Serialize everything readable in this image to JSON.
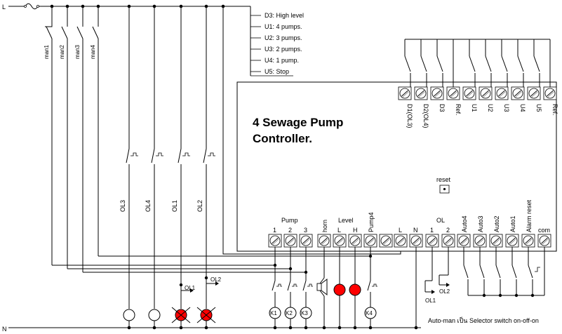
{
  "rails": {
    "line": "L",
    "neutral": "N"
  },
  "legend": [
    "D3: High level",
    "U1: 4 pumps.",
    "U2: 3 pumps.",
    "U3: 2 pumps.",
    "U4: 1 pump.",
    "U5: Stop"
  ],
  "man_switches": [
    "man1",
    "man2",
    "man3",
    "man4"
  ],
  "overload_labels": [
    "OL3",
    "OL4",
    "OL1",
    "OL2"
  ],
  "controller": {
    "title_line1": "4 Sewage Pump",
    "title_line2": "Controller.",
    "reset": "reset",
    "top_terminals": [
      "D1(OL3)",
      "D2(OL4)",
      "D3",
      "Ref.",
      "U1",
      "U2",
      "U3",
      "U4",
      "U5",
      "Ref."
    ],
    "group_pump": "Pump",
    "group_level": "Level",
    "group_ol": "OL",
    "bottom_labels": {
      "p1": "1",
      "p2": "2",
      "p3": "3",
      "horn": "horn",
      "lvl_l": "L",
      "lvl_h": "H",
      "pump4": "Pump4",
      "l": "L",
      "n": "N",
      "ol1": "1",
      "ol2": "2",
      "auto4": "Auto4",
      "auto3": "Auto3",
      "auto2": "Auto2",
      "auto1": "Auto1",
      "alarm_reset": "Alarm reset",
      "com": "com"
    }
  },
  "contactors": [
    "K1",
    "K2",
    "K3",
    "K4"
  ],
  "ol_signals": {
    "ol1_a": "OL1",
    "ol2_a": "OL2",
    "ol1_b": "OL1",
    "ol2_b": "OL2"
  },
  "note": "Auto-man เป็น Selector switch on-off-on",
  "colors": {
    "lamp_on": "#ff0000",
    "wire": "#000000"
  }
}
